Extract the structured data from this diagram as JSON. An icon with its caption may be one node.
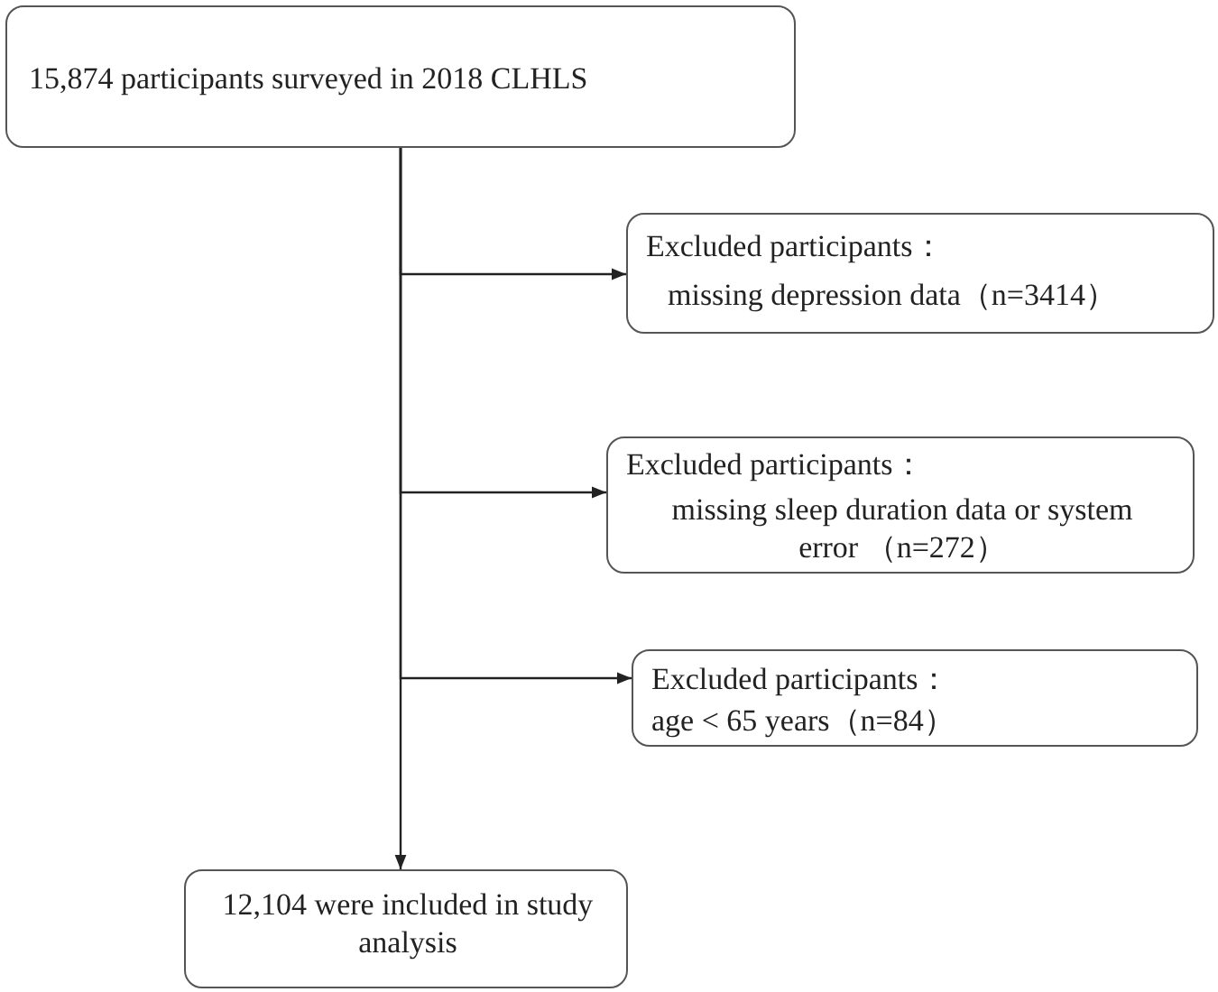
{
  "diagram": {
    "nodes": [
      {
        "text": [
          "15,874 participants surveyed in 2018 CLHLS"
        ]
      },
      {
        "text": [
          "Excluded participants：",
          "missing depression data（n=3414）"
        ]
      },
      {
        "text": [
          "Excluded participants：",
          "missing sleep duration data or system error （n=272）"
        ]
      },
      {
        "text": [
          "Excluded participants：",
          "age < 65 years（n=84）"
        ]
      },
      {
        "text": [
          "12,104 were included in study analysis"
        ]
      }
    ],
    "edges": [
      {
        "from": 0,
        "to": 4,
        "arrow": "to"
      },
      {
        "from": 0,
        "to": 1,
        "arrow": "to"
      },
      {
        "from": 0,
        "to": 2,
        "arrow": "to"
      },
      {
        "from": 0,
        "to": 3,
        "arrow": "to"
      }
    ]
  }
}
